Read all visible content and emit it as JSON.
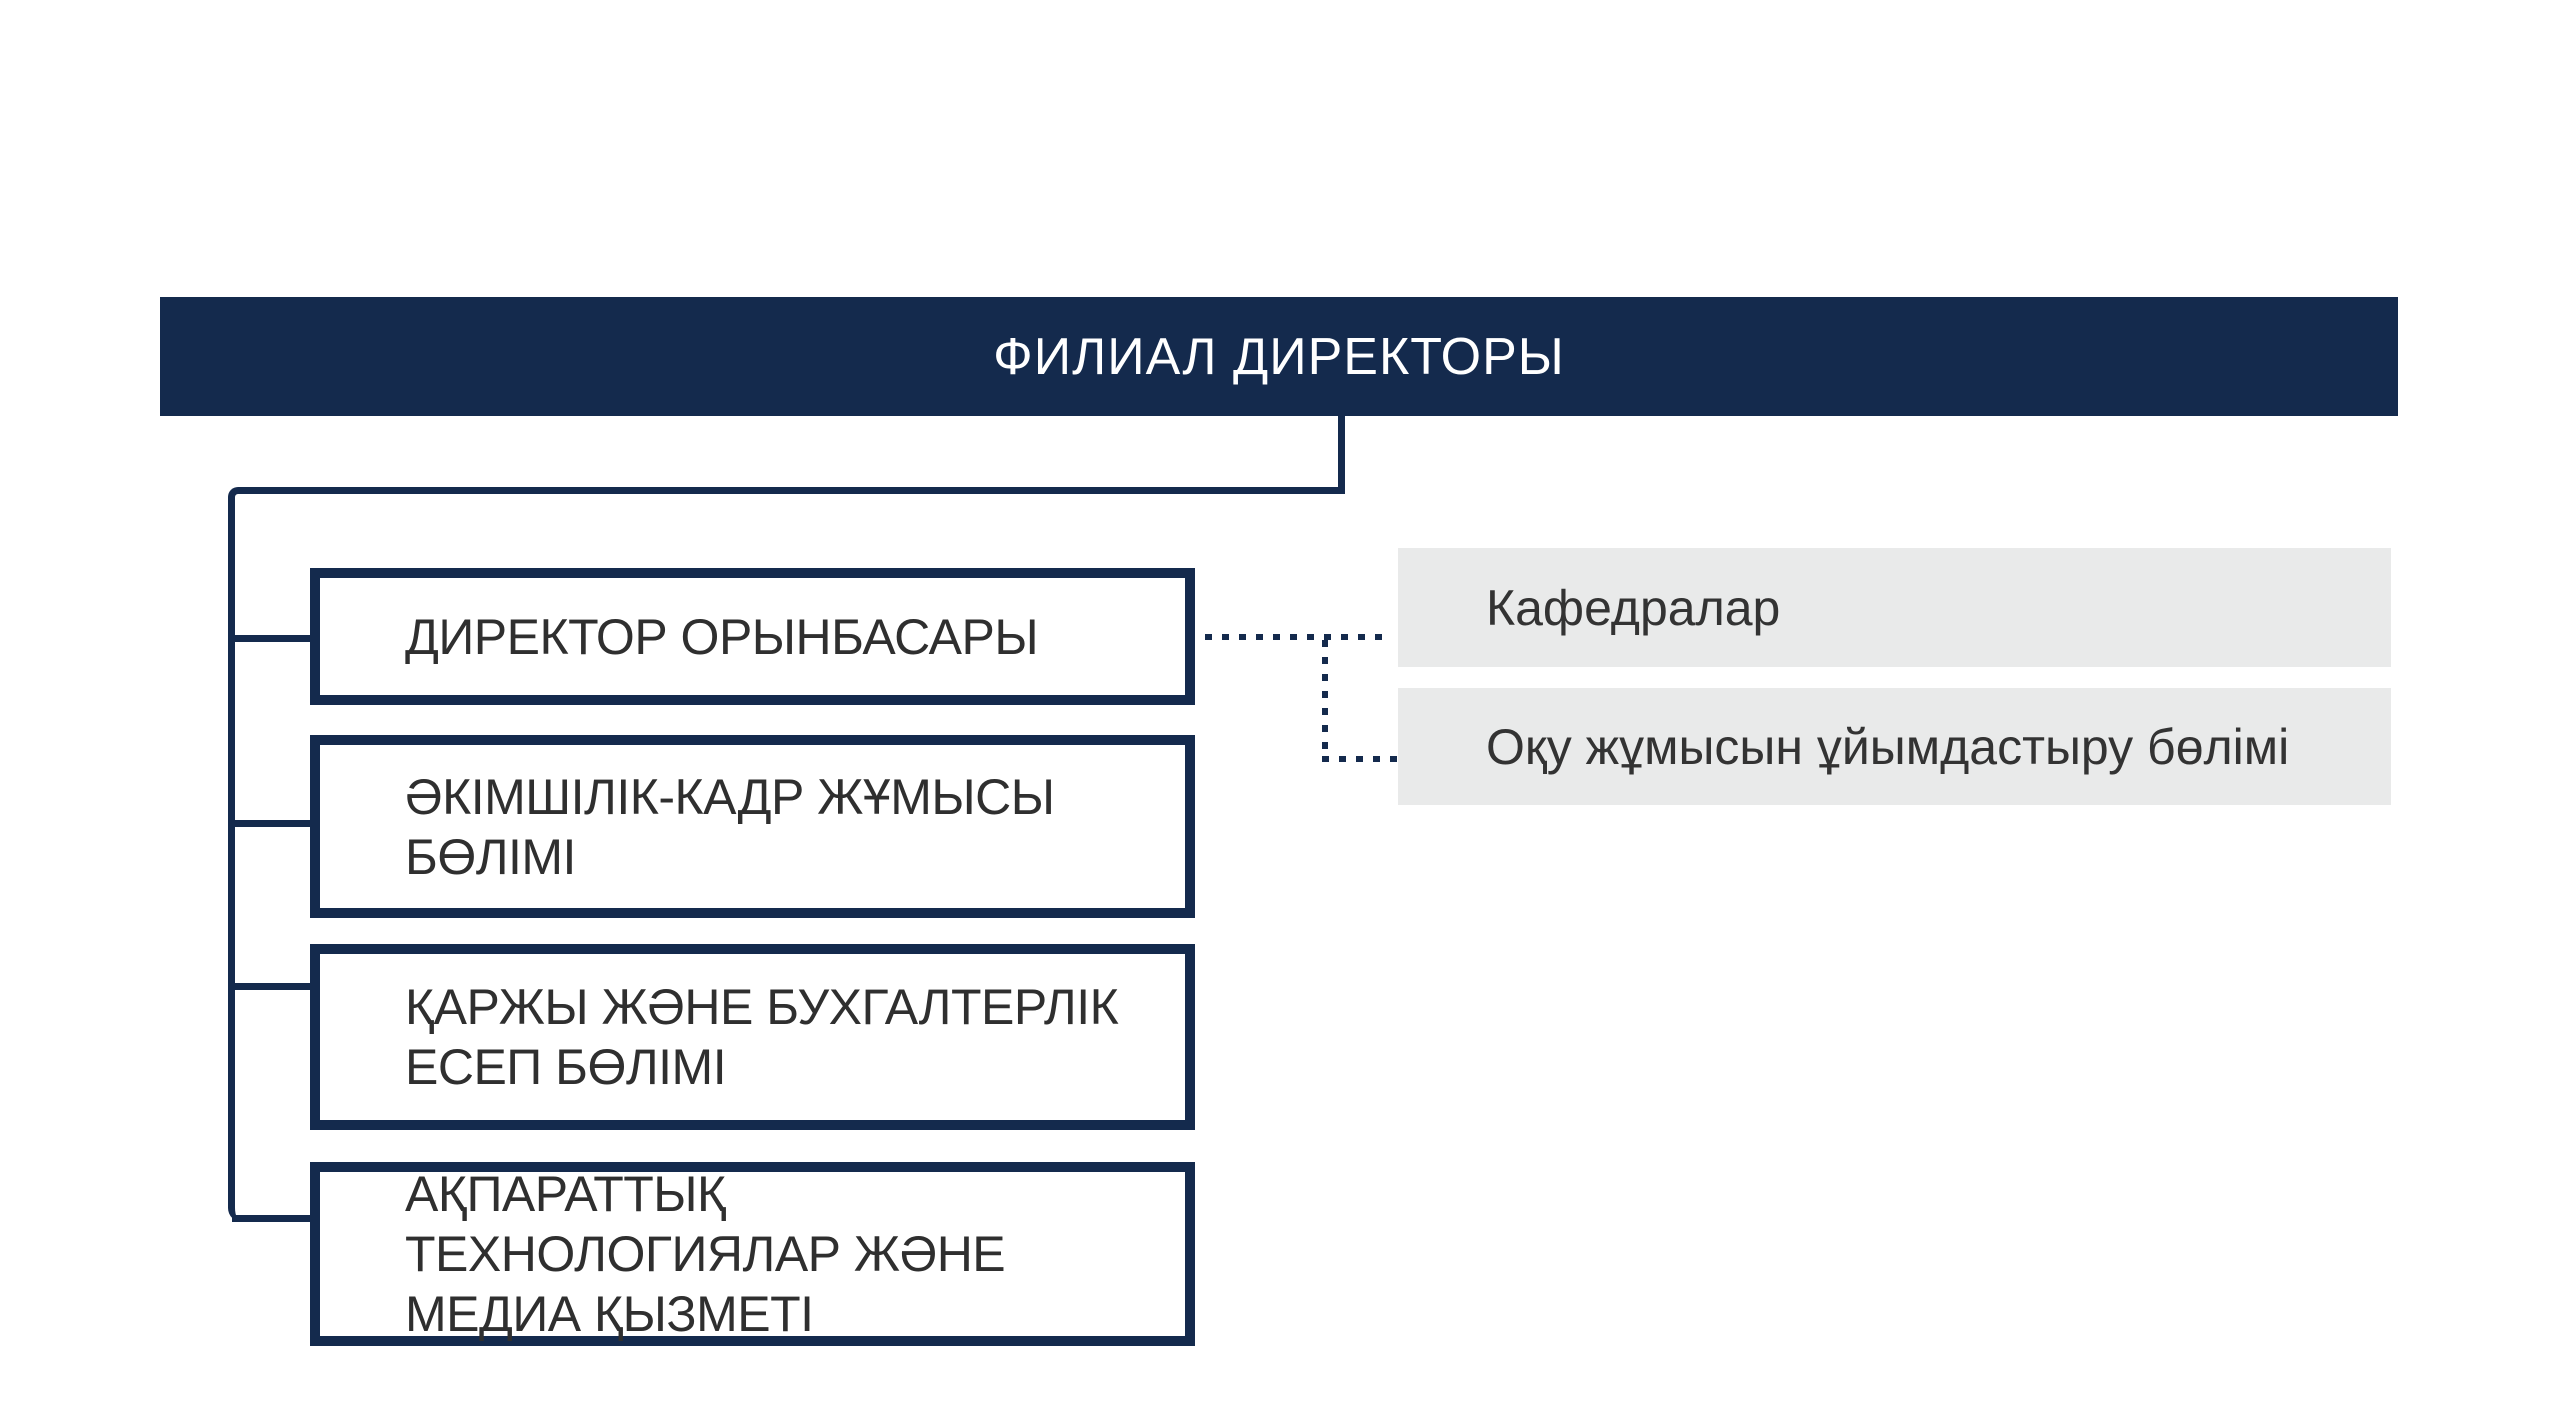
{
  "colors": {
    "navy": "#142a4d",
    "gray_fill": "#e9eaea",
    "box_text": "#2f2f2f",
    "header_text": "#ffffff",
    "background": "#ffffff"
  },
  "org_chart": {
    "root": {
      "label": "ФИЛИАЛ ДИРЕКТОРЫ"
    },
    "departments": [
      {
        "label": "ДИРЕКТОР ОРЫНБАСАРЫ"
      },
      {
        "label": "ӘКІМШІЛІК-КАДР ЖҰМЫСЫ БӨЛІМІ"
      },
      {
        "label": "ҚАРЖЫ ЖӘНЕ БУХГАЛТЕРЛІК ЕСЕП БӨЛІМІ"
      },
      {
        "label": "АҚПАРАТТЫҚ ТЕХНОЛОГИЯЛАР ЖӘНЕ МЕДИА ҚЫЗМЕТІ"
      }
    ],
    "sub_units": [
      {
        "label": "Кафедралар",
        "parent": "ДИРЕКТОР ОРЫНБАСАРЫ",
        "connector": "dotted"
      },
      {
        "label": "Оқу жұмысын ұйымдастыру бөлімі",
        "parent": "ДИРЕКТОР ОРЫНБАСАРЫ",
        "connector": "dotted"
      }
    ]
  }
}
